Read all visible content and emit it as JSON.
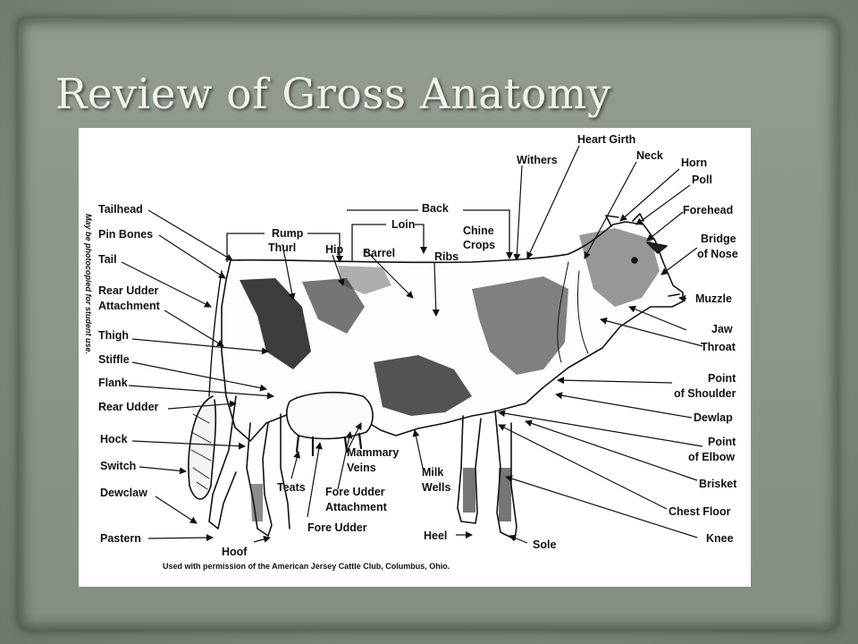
{
  "slide": {
    "title": "Review of Gross Anatomy"
  },
  "diagram": {
    "side_note": "May be photocopied for student use.",
    "credit": "Used with permission of the American Jersey Cattle Club, Columbus, Ohio.",
    "labels": {
      "tailhead": "Tailhead",
      "pin_bones": "Pin Bones",
      "tail": "Tail",
      "rear_udder_attachment_1": "Rear Udder",
      "rear_udder_attachment_2": "Attachment",
      "thigh": "Thigh",
      "stiffle": "Stiffle",
      "flank": "Flank",
      "rear_udder": "Rear Udder",
      "hock": "Hock",
      "switch": "Switch",
      "dewclaw": "Dewclaw",
      "pastern": "Pastern",
      "hoof": "Hoof",
      "rump": "Rump",
      "thurl": "Thurl",
      "hip": "Hip",
      "loin": "Loin",
      "barrel": "Barrel",
      "back": "Back",
      "ribs": "Ribs",
      "chine": "Chine",
      "crops": "Crops",
      "withers": "Withers",
      "heart_girth": "Heart Girth",
      "neck": "Neck",
      "horn": "Horn",
      "poll": "Poll",
      "forehead": "Forehead",
      "bridge_of_nose_1": "Bridge",
      "bridge_of_nose_2": "of Nose",
      "muzzle": "Muzzle",
      "jaw": "Jaw",
      "throat": "Throat",
      "point_of_shoulder_1": "Point",
      "point_of_shoulder_2": "of Shoulder",
      "dewlap": "Dewlap",
      "point_of_elbow_1": "Point",
      "point_of_elbow_2": "of Elbow",
      "brisket": "Brisket",
      "chest_floor": "Chest Floor",
      "knee": "Knee",
      "sole": "Sole",
      "heel": "Heel",
      "milk_wells_1": "Milk",
      "milk_wells_2": "Wells",
      "mammary_veins_1": "Mammary",
      "mammary_veins_2": "Veins",
      "fore_udder_attachment_1": "Fore Udder",
      "fore_udder_attachment_2": "Attachment",
      "fore_udder": "Fore Udder",
      "teats": "Teats"
    }
  }
}
